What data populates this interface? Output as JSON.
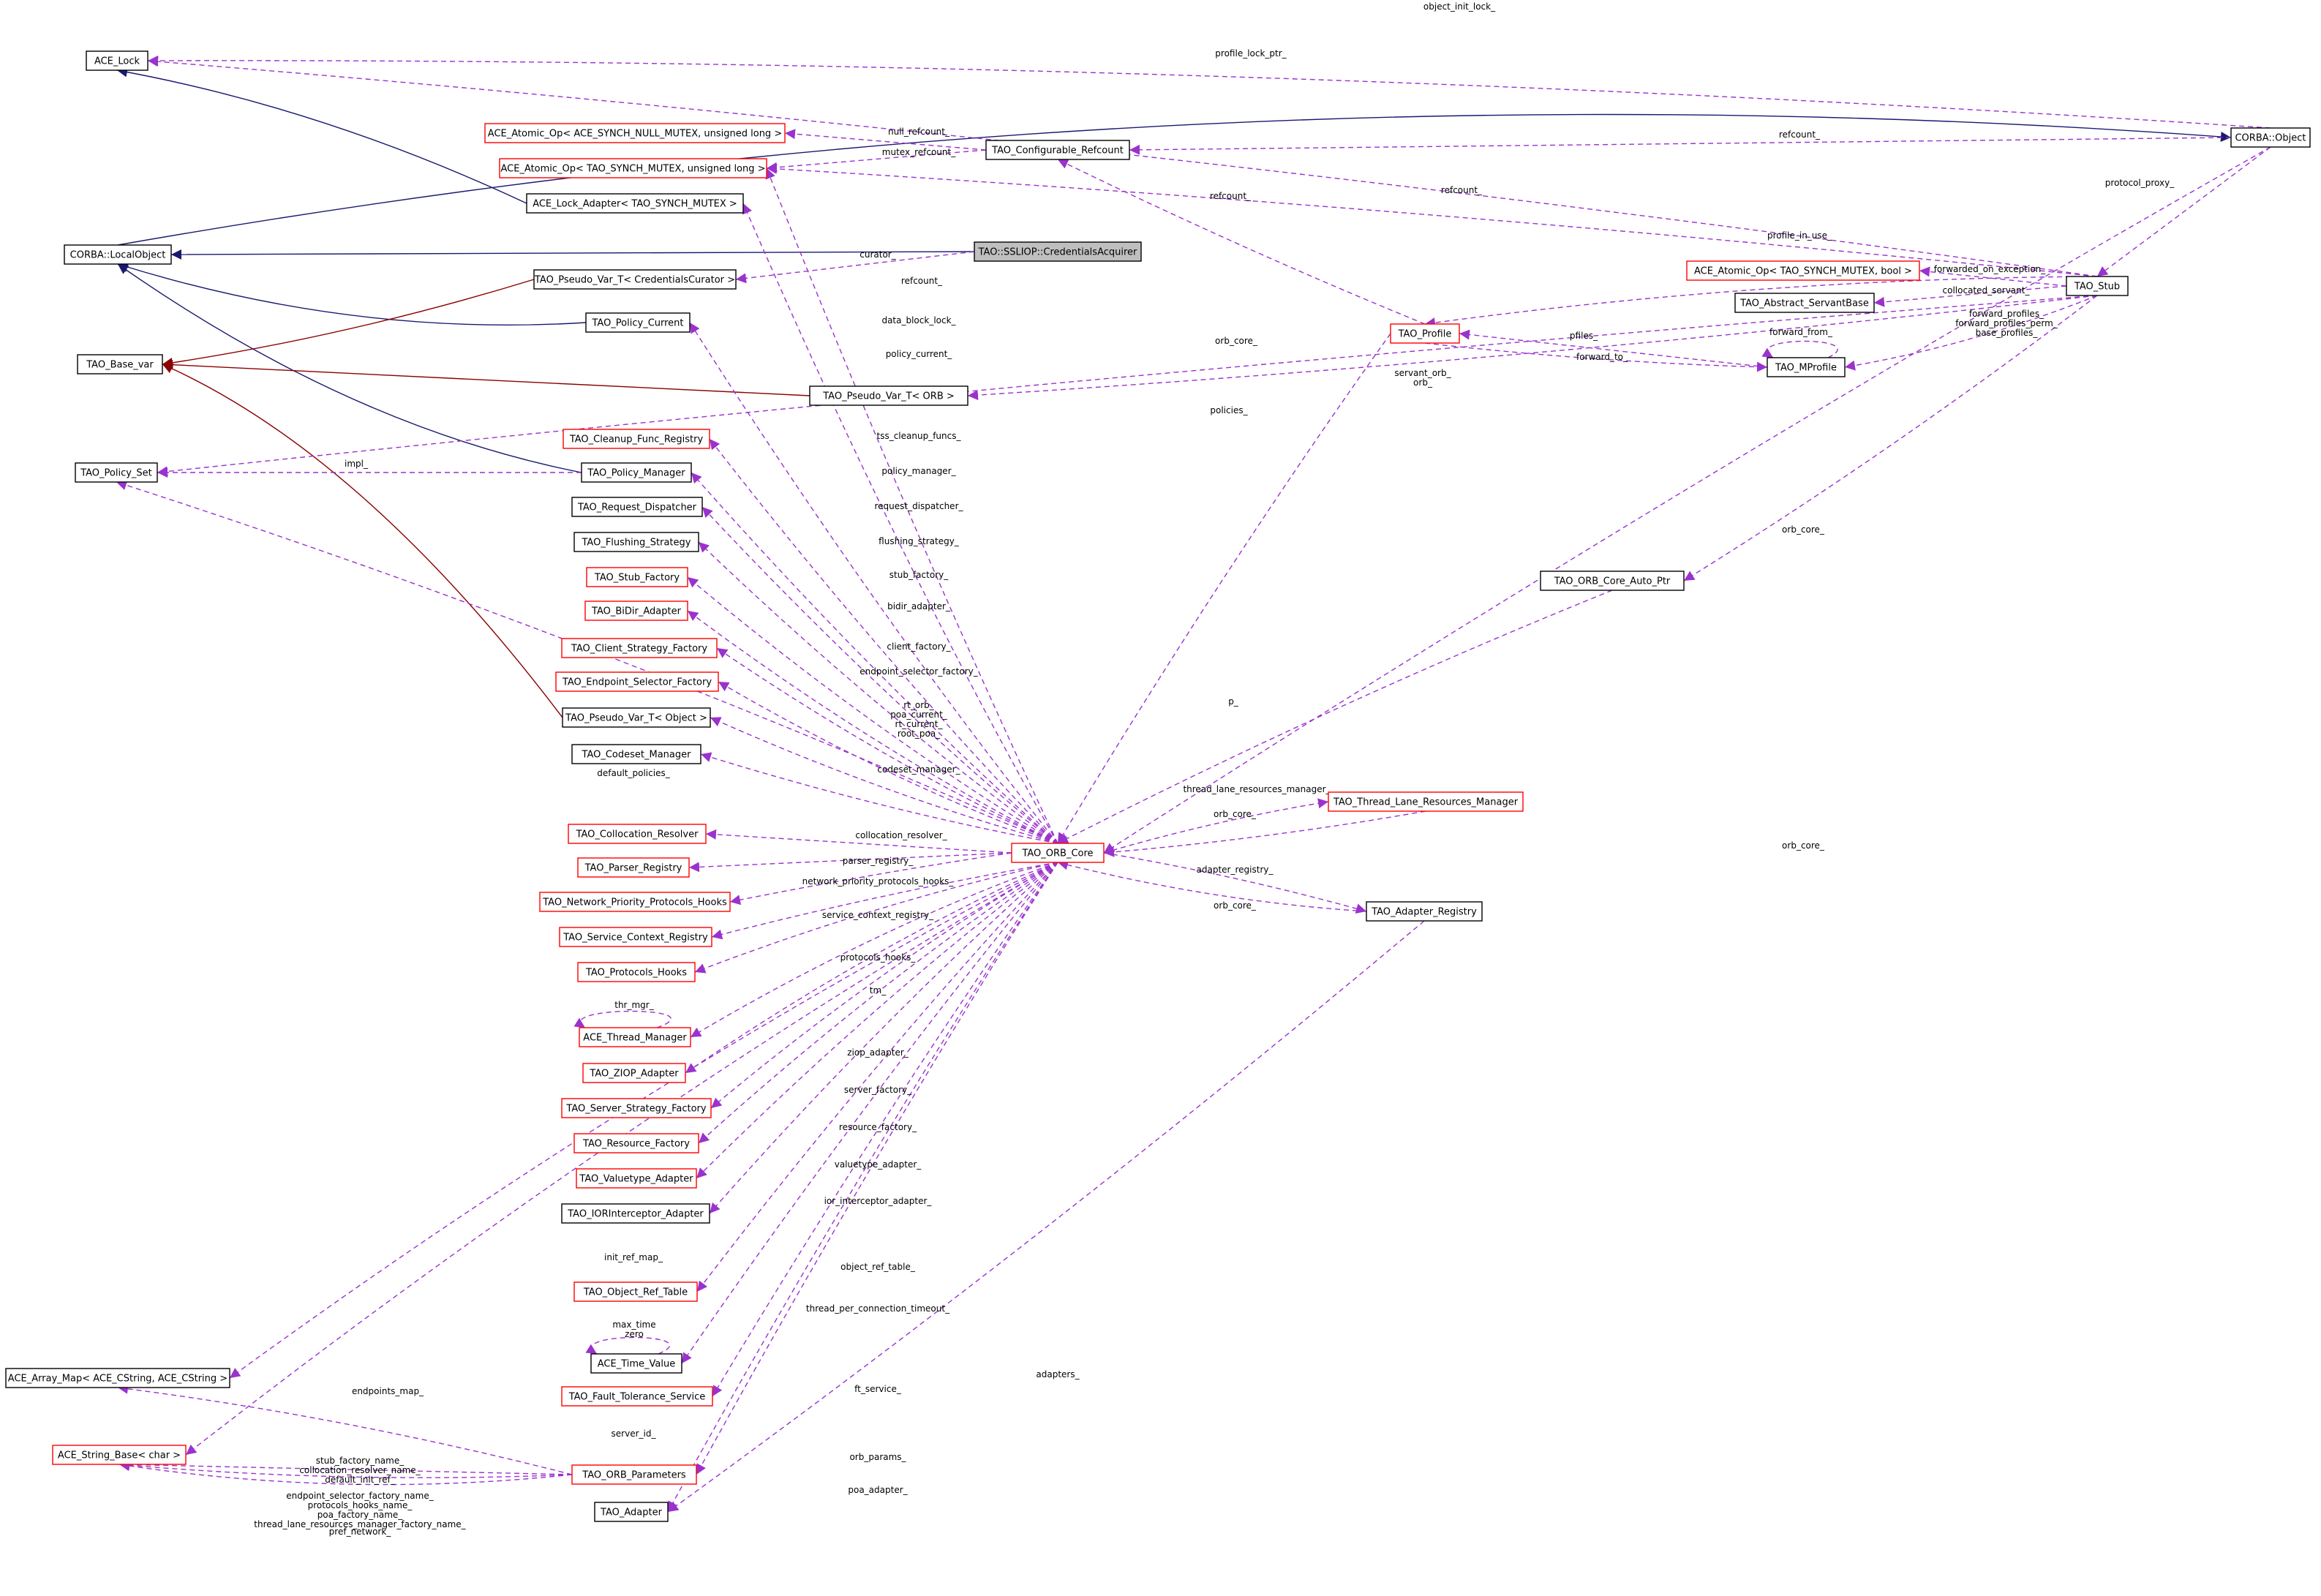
{
  "colors": {
    "node_fill": "#ffffff",
    "node_border": "#000000",
    "node_border_template": "#ff0000",
    "focus_fill": "#bfbfbf",
    "inherit_edge": "#191970",
    "template_edge": "#8b0000",
    "usage_edge": "#9a32cd",
    "text": "#000000"
  },
  "nodes": [
    {
      "id": "ace_lock",
      "label": "ACE_Lock"
    },
    {
      "id": "atomic_null",
      "label": "ACE_Atomic_Op< ACE_SYNCH_NULL_MUTEX, unsigned long >"
    },
    {
      "id": "atomic_mutex",
      "label": "ACE_Atomic_Op< TAO_SYNCH_MUTEX, unsigned long >"
    },
    {
      "id": "cfg_refcount",
      "label": "TAO_Configurable_Refcount"
    },
    {
      "id": "corba_object",
      "label": "CORBA::Object"
    },
    {
      "id": "lock_adapter",
      "label": "ACE_Lock_Adapter< TAO_SYNCH_MUTEX >"
    },
    {
      "id": "local_object",
      "label": "CORBA::LocalObject"
    },
    {
      "id": "focus",
      "label": "TAO::SSLIOP::CredentialsAcquirer"
    },
    {
      "id": "pv_curator",
      "label": "TAO_Pseudo_Var_T< CredentialsCurator >"
    },
    {
      "id": "atomic_bool",
      "label": "ACE_Atomic_Op< TAO_SYNCH_MUTEX, bool >"
    },
    {
      "id": "tao_stub",
      "label": "TAO_Stub"
    },
    {
      "id": "servant_base",
      "label": "TAO_Abstract_ServantBase"
    },
    {
      "id": "base_var",
      "label": "TAO_Base_var"
    },
    {
      "id": "policy_current",
      "label": "TAO_Policy_Current"
    },
    {
      "id": "tao_profile",
      "label": "TAO_Profile"
    },
    {
      "id": "mprofile",
      "label": "TAO_MProfile"
    },
    {
      "id": "pv_orb",
      "label": "TAO_Pseudo_Var_T< ORB >"
    },
    {
      "id": "cleanup",
      "label": "TAO_Cleanup_Func_Registry"
    },
    {
      "id": "policy_set",
      "label": "TAO_Policy_Set"
    },
    {
      "id": "policy_manager",
      "label": "TAO_Policy_Manager"
    },
    {
      "id": "req_dispatcher",
      "label": "TAO_Request_Dispatcher"
    },
    {
      "id": "flushing",
      "label": "TAO_Flushing_Strategy"
    },
    {
      "id": "stub_factory",
      "label": "TAO_Stub_Factory"
    },
    {
      "id": "bidir",
      "label": "TAO_BiDir_Adapter"
    },
    {
      "id": "orb_auto_ptr",
      "label": "TAO_ORB_Core_Auto_Ptr"
    },
    {
      "id": "client_strategy",
      "label": "TAO_Client_Strategy_Factory"
    },
    {
      "id": "endpoint_selector",
      "label": "TAO_Endpoint_Selector_Factory"
    },
    {
      "id": "pv_object",
      "label": "TAO_Pseudo_Var_T< Object >"
    },
    {
      "id": "codeset",
      "label": "TAO_Codeset_Manager"
    },
    {
      "id": "thread_lane",
      "label": "TAO_Thread_Lane_Resources_Manager"
    },
    {
      "id": "collocation",
      "label": "TAO_Collocation_Resolver"
    },
    {
      "id": "orb_core",
      "label": "TAO_ORB_Core"
    },
    {
      "id": "parser",
      "label": "TAO_Parser_Registry"
    },
    {
      "id": "adapter_registry",
      "label": "TAO_Adapter_Registry"
    },
    {
      "id": "net_priority",
      "label": "TAO_Network_Priority_Protocols_Hooks"
    },
    {
      "id": "svc_context",
      "label": "TAO_Service_Context_Registry"
    },
    {
      "id": "protocols_hooks",
      "label": "TAO_Protocols_Hooks"
    },
    {
      "id": "thread_manager",
      "label": "ACE_Thread_Manager"
    },
    {
      "id": "ziop",
      "label": "TAO_ZIOP_Adapter"
    },
    {
      "id": "server_strategy",
      "label": "TAO_Server_Strategy_Factory"
    },
    {
      "id": "resource_factory",
      "label": "TAO_Resource_Factory"
    },
    {
      "id": "valuetype",
      "label": "TAO_Valuetype_Adapter"
    },
    {
      "id": "ior_interceptor",
      "label": "TAO_IORInterceptor_Adapter"
    },
    {
      "id": "obj_ref_table",
      "label": "TAO_Object_Ref_Table"
    },
    {
      "id": "time_value",
      "label": "ACE_Time_Value"
    },
    {
      "id": "array_map",
      "label": "ACE_Array_Map< ACE_CString, ACE_CString >"
    },
    {
      "id": "ft_service",
      "label": "TAO_Fault_Tolerance_Service"
    },
    {
      "id": "string_base",
      "label": "ACE_String_Base< char >"
    },
    {
      "id": "orb_params",
      "label": "TAO_ORB_Parameters"
    },
    {
      "id": "tao_adapter",
      "label": "TAO_Adapter"
    }
  ],
  "edge_labels": [
    "object_init_lock_",
    "profile_lock_ptr_",
    "null_refcount_",
    "mutex_refcount_",
    "refcount_",
    "refcount_",
    "refcount_",
    "protocol_proxy_",
    "curator_",
    "refcount_",
    "profile_in_use_",
    "forwarded_on_exception_",
    "data_block_lock_",
    "collocated_servant_",
    "forward_from_",
    "forward_profiles_",
    "forward_profiles_perm_",
    "base_profiles_",
    "policy_current_",
    "orb_core_",
    "pfiles_",
    "forward_to_",
    "servant_orb_",
    "orb_",
    "policies_",
    "tss_cleanup_funcs_",
    "impl_",
    "policy_manager_",
    "request_dispatcher_",
    "orb_core_",
    "flushing_strategy_",
    "stub_factory_",
    "bidir_adapter_",
    "client_factory_",
    "endpoint_selector_factory_",
    "p_",
    "rt_orb_",
    "poa_current_",
    "rt_current_",
    "root_poa_",
    "codeset_manager_",
    "default_policies_",
    "thread_lane_resources_manager_",
    "orb_core_",
    "collocation_resolver_",
    "orb_core_",
    "parser_registry_",
    "adapter_registry_",
    "network_priority_protocols_hooks_",
    "orb_core_",
    "service_context_registry_",
    "protocols_hooks_",
    "thr_mgr_",
    "tm_",
    "ziop_adapter_",
    "server_factory_",
    "resource_factory_",
    "valuetype_adapter_",
    "ior_interceptor_adapter_",
    "init_ref_map_",
    "object_ref_table_",
    "max_time",
    "zero",
    "thread_per_connection_timeout_",
    "endpoints_map_",
    "adapters_",
    "ft_service_",
    "server_id_",
    "stub_factory_name_",
    "collocation_resolver_name_",
    "default_init_ref_",
    "orb_params_",
    "endpoint_selector_factory_name_",
    "protocols_hooks_name_",
    "poa_factory_name_",
    "thread_lane_resources_manager_factory_name_",
    "poa_adapter_",
    "pref_network_"
  ]
}
